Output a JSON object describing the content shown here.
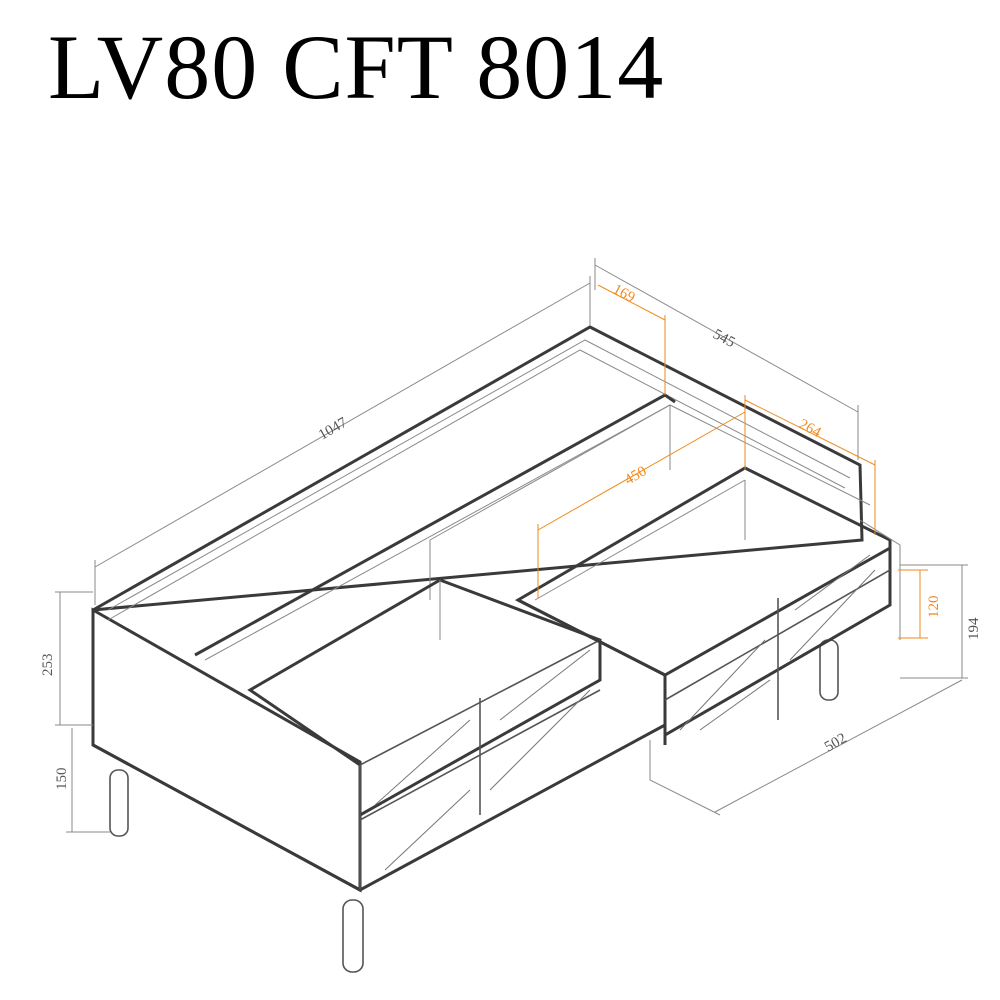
{
  "title": "LV80 CFT 8014",
  "colors": {
    "line": "#3a3a3a",
    "dimension": "#555555",
    "accent_dimension": "#f08a1c"
  },
  "dimensions": {
    "width": "1047",
    "depth": "545",
    "drawer_side": "169",
    "drawer_width": "264",
    "drawer_depth": "450",
    "drawer_height": "120",
    "drawer_total_height": "194",
    "extension_depth": "502",
    "body_height": "253",
    "leg_height": "150"
  }
}
